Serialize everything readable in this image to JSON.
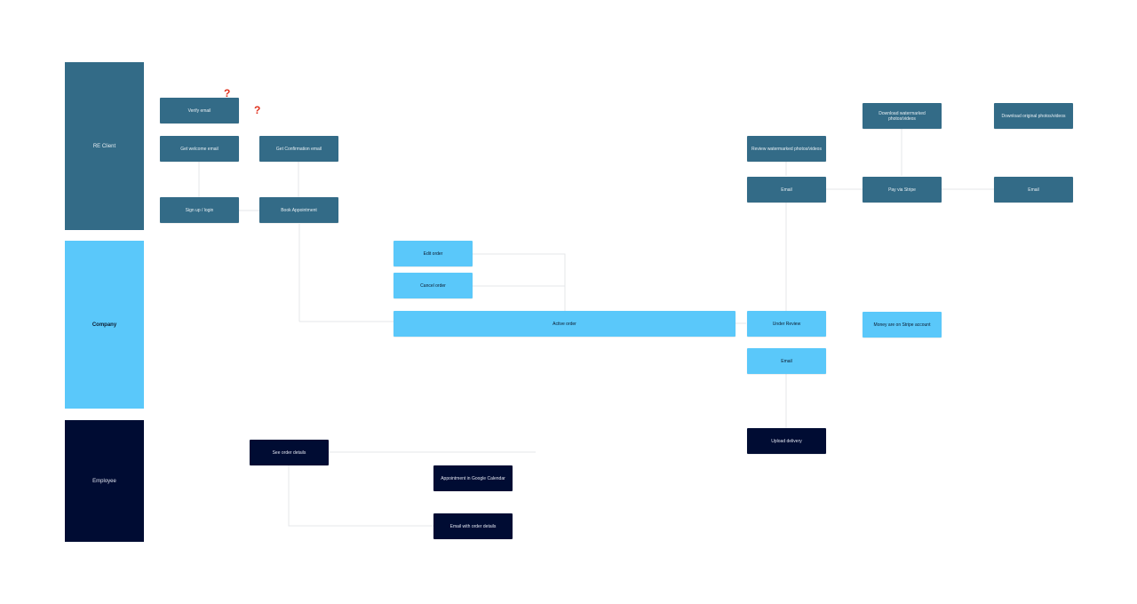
{
  "lanes": {
    "client": "RE Client",
    "company": "Company",
    "employee": "Employee"
  },
  "client_nodes": {
    "verify_email": "Verify email",
    "welcome_email": "Get welcome email",
    "confirmation_email": "Get Confirmation email",
    "signup_login": "Sign up / login",
    "book_appointment": "Book Appointment",
    "review_watermarked": "Review watermarked photos/videos",
    "email_review": "Email",
    "download_watermarked": "Download watermarked photos/videos",
    "pay_stripe": "Pay via Stripe",
    "download_original": "Download original photos/videos",
    "email_payment": "Email"
  },
  "company_nodes": {
    "edit_order": "Edit order",
    "cancel_order": "Cancel order",
    "active_order": "Active order",
    "under_review": "Under Review",
    "email": "Email",
    "money_stripe": "Money are on Stripe account"
  },
  "employee_nodes": {
    "see_order_details": "See order details",
    "appointment_calendar": "Appointment in Google Calendar",
    "email_order_details": "Email with order details",
    "upload_delivery": "Upload delivery"
  },
  "annotations": {
    "question_mark": "?"
  },
  "colors": {
    "client": "#336b87",
    "company": "#5ac8fa",
    "employee": "#000c33",
    "question": "#e0331f",
    "connector": "#e4e7ea"
  }
}
